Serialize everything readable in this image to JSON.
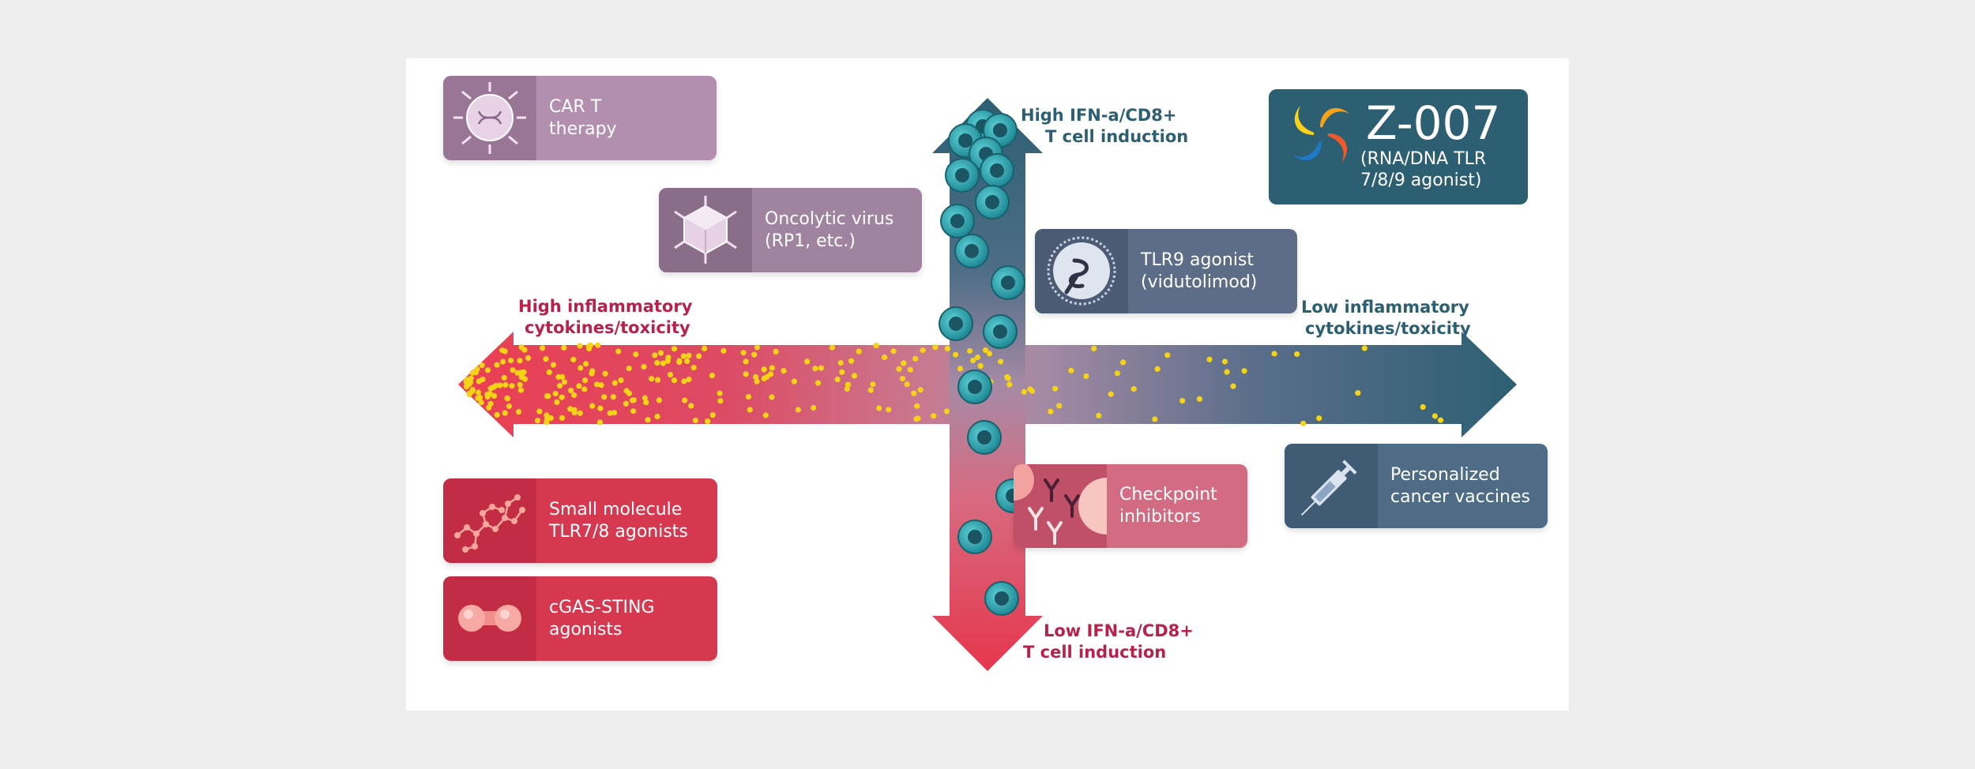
{
  "axis_labels": {
    "top_line1": "High IFN-a/CD8+",
    "top_line2": "T cell induction",
    "bottom_line1": "Low IFN-a/CD8+",
    "bottom_line2": "T cell induction",
    "left_line1": "High inflammatory",
    "left_line2": "cytokines/toxicity",
    "right_line1": "Low inflammatory",
    "right_line2": "cytokines/toxicity"
  },
  "cards": {
    "car_t": {
      "line1": "CAR T",
      "line2": "therapy",
      "icon": "car-t-cell-icon"
    },
    "oncolytic": {
      "line1": "Oncolytic virus",
      "line2": "(RP1, etc.)",
      "icon": "virus-icon"
    },
    "tlr9": {
      "line1": "TLR9 agonist",
      "line2": "(vidutolimod)",
      "icon": "tlr9-particle-icon"
    },
    "small_molecule": {
      "line1": "Small molecule",
      "line2": "TLR7/8 agonists",
      "icon": "molecule-icon"
    },
    "cgas": {
      "line1": "cGAS-STING",
      "line2": "agonists",
      "icon": "sting-dimer-icon"
    },
    "checkpoint": {
      "line1": "Checkpoint",
      "line2": "inhibitors",
      "icon": "antibody-icon"
    },
    "vaccines": {
      "line1": "Personalized",
      "line2": "cancer vaccines",
      "icon": "syringe-icon"
    }
  },
  "z007": {
    "title": "Z-007",
    "sub_line1": "(RNA/DNA TLR",
    "sub_line2": "7/8/9 agonist)",
    "icon": "z007-logo-icon"
  },
  "colors": {
    "teal": "#2d5f73",
    "red": "#d6384f",
    "crimson": "#b8224a",
    "mauve": "#a07f9c",
    "slate": "#5b6b86",
    "yellow_dots": "#f5d316",
    "cell_teal": "#2aa3ad"
  }
}
